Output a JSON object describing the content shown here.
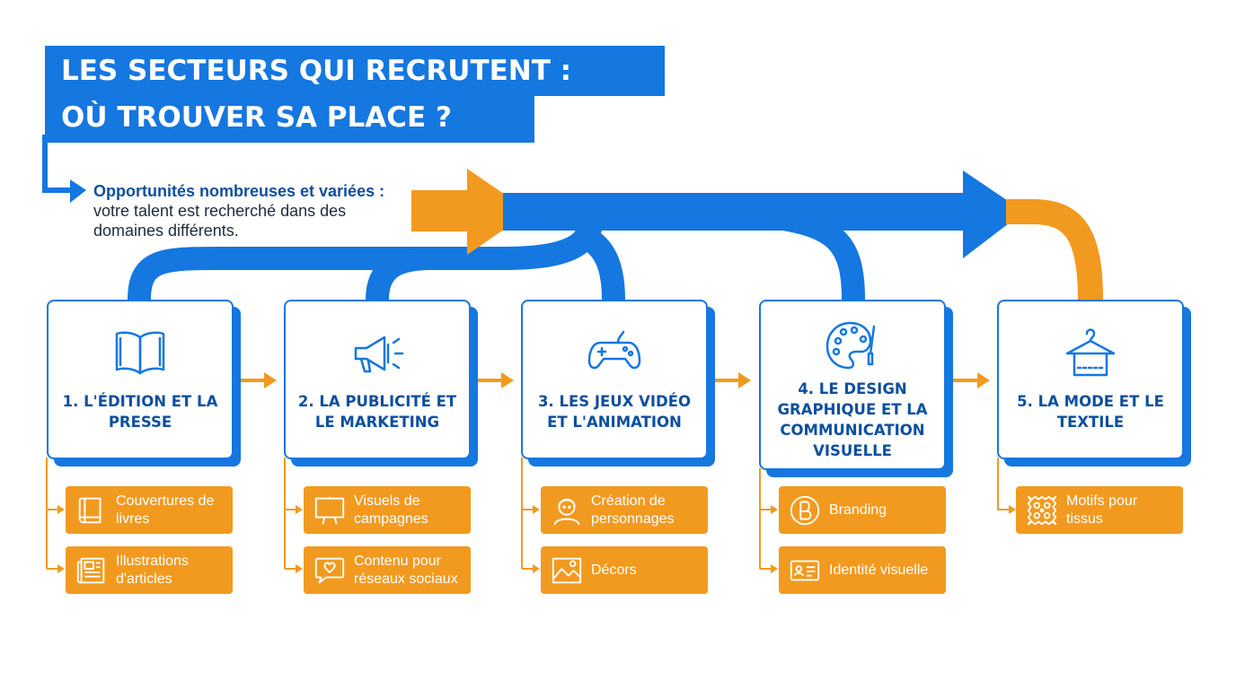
{
  "title": {
    "line1": "LES SECTEURS QUI RECRUTENT :",
    "line2": "OÙ TROUVER SA PLACE ?"
  },
  "subtitle": {
    "bold": "Opportunités nombreuses et variées :",
    "text": "votre talent est recherché dans des domaines différents."
  },
  "colors": {
    "blue": "#1577e0",
    "dark_blue": "#0d4f9e",
    "orange": "#f29a1f",
    "white": "#ffffff"
  },
  "sectors": [
    {
      "title": "1. L'ÉDITION ET LA PRESSE",
      "icon": "open-book-icon",
      "items": [
        {
          "label": "Couvertures de livres",
          "icon": "book-icon"
        },
        {
          "label": "Illustrations d'articles",
          "icon": "newspaper-icon"
        }
      ]
    },
    {
      "title": "2. LA PUBLICITÉ ET LE MARKETING",
      "icon": "megaphone-icon",
      "items": [
        {
          "label": "Visuels de campagnes",
          "icon": "billboard-icon"
        },
        {
          "label": "Contenu pour réseaux sociaux",
          "icon": "chat-heart-icon"
        }
      ]
    },
    {
      "title": "3. LES JEUX VIDÉO ET L'ANIMATION",
      "icon": "gamepad-icon",
      "items": [
        {
          "label": "Création de personnages",
          "icon": "character-icon"
        },
        {
          "label": "Décors",
          "icon": "landscape-icon"
        }
      ]
    },
    {
      "title": "4. LE DESIGN GRAPHIQUE ET LA COMMUNICATION VISUELLE",
      "icon": "palette-icon",
      "items": [
        {
          "label": "Branding",
          "icon": "brand-b-icon"
        },
        {
          "label": "Identité visuelle",
          "icon": "id-card-icon"
        }
      ]
    },
    {
      "title": "5. LA MODE ET LE TEXTILE",
      "icon": "hanger-icon",
      "items": [
        {
          "label": "Motifs pour tissus",
          "icon": "fabric-pattern-icon"
        }
      ]
    }
  ]
}
